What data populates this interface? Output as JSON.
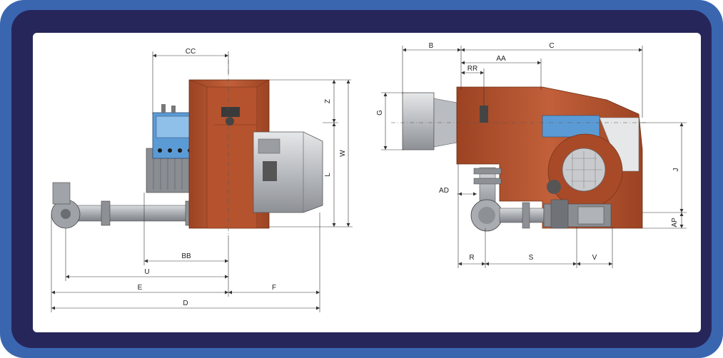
{
  "colors": {
    "outer_frame": "#3a66b0",
    "inner_frame": "#27265a",
    "panel": "#ffffff",
    "burner_body": "#b5532e",
    "burner_dark": "#7a3418",
    "control_panel": "#5b9bd5",
    "motor": "#8a8d92",
    "piping": "#a9adb2",
    "nozzle": "#c4c6c9"
  },
  "dimensions": {
    "cc": "CC",
    "z": "Z",
    "w": "W",
    "l": "L",
    "bb": "BB",
    "u": "U",
    "e": "E",
    "f": "F",
    "d": "D",
    "b": "B",
    "c": "C",
    "aa": "AA",
    "rr": "RR",
    "g": "G",
    "j": "J",
    "ad": "AD",
    "ap": "AP",
    "r": "R",
    "s": "S",
    "v": "V"
  },
  "drawings": {
    "left": "side-view-burner",
    "right": "front-view-burner"
  }
}
